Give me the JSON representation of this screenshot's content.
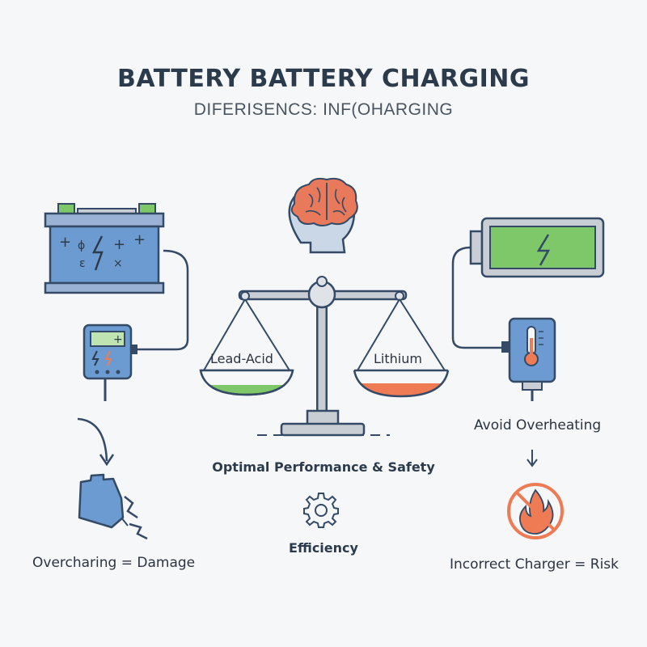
{
  "header": {
    "title": "BATTERY BATTERY CHARGING",
    "subtitle": "DIFERISENCS: INF(OHARGING"
  },
  "scale": {
    "left_pan_label": "Lead-Acid",
    "right_pan_label": "Lithium",
    "caption": "Optimal Performance & Safety"
  },
  "center": {
    "efficiency_label": "Efficiency"
  },
  "left_column": {
    "result_label": "Overcharing = Damage"
  },
  "right_column": {
    "tip_label": "Avoid Overheating",
    "result_label": "Incorrect Charger = Risk"
  },
  "colors": {
    "outline": "#344a66",
    "battery_blue": "#6b9bd1",
    "battery_green": "#7ec86a",
    "accent_orange": "#ef7b55",
    "brain_orange": "#e8795a",
    "scale_gray": "#c9ced4"
  }
}
